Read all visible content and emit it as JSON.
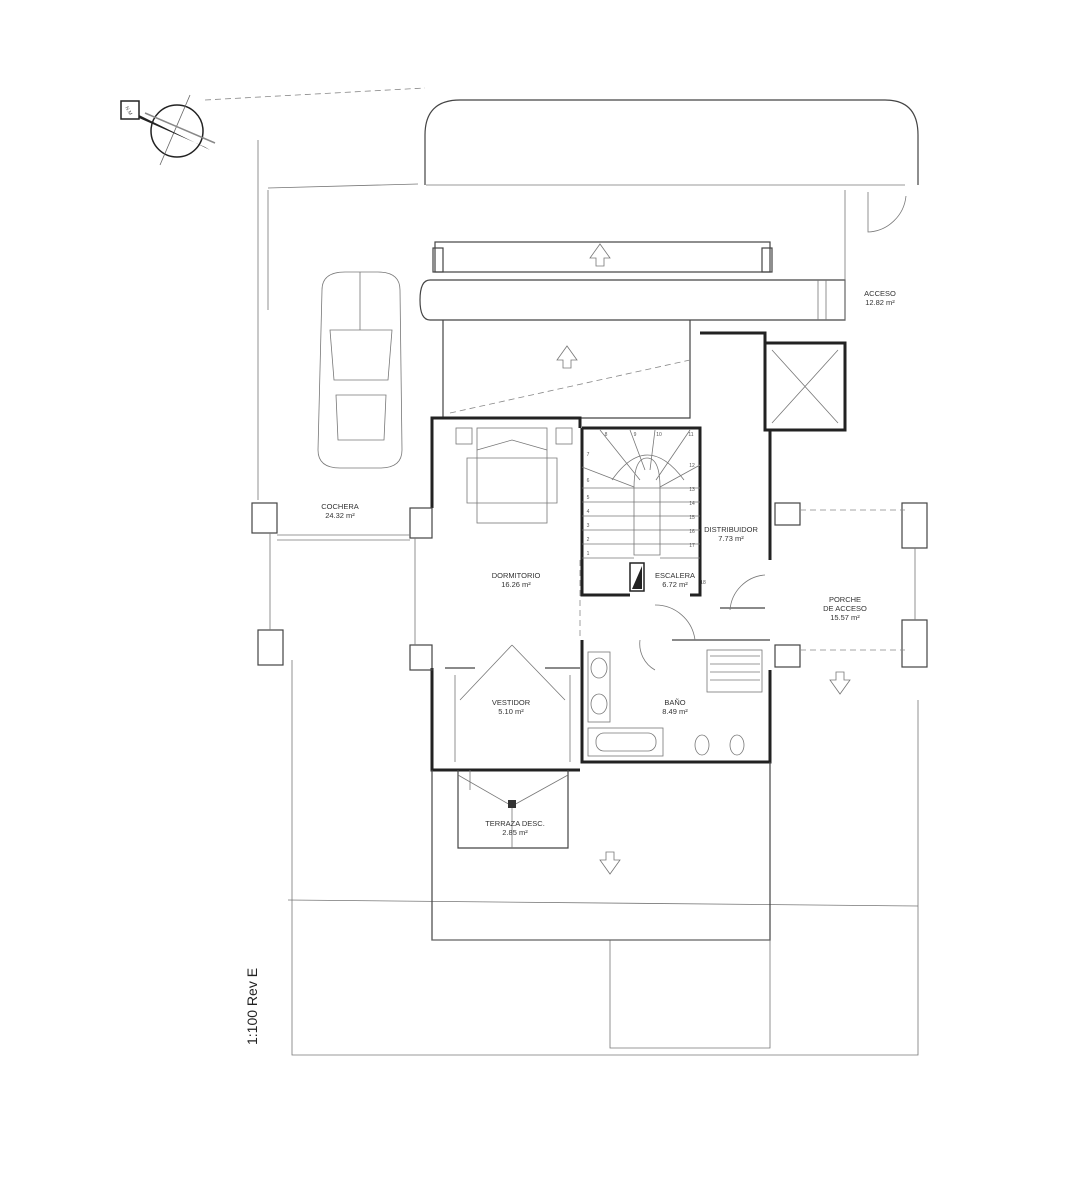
{
  "north_symbol": {
    "label": "N.M"
  },
  "scale_label": "1:100 Rev E",
  "rooms": [
    {
      "id": "cochera",
      "name": "COCHERA",
      "area": "24.32 m²"
    },
    {
      "id": "acceso",
      "name": "ACCESO",
      "area": "12.82 m²"
    },
    {
      "id": "dormitorio",
      "name": "DORMITORIO",
      "area": "16.26 m²"
    },
    {
      "id": "distribuidor",
      "name": "DISTRIBUIDOR",
      "area": "7.73 m²"
    },
    {
      "id": "escalera",
      "name": "ESCALERA",
      "area": "6.72 m²"
    },
    {
      "id": "porche",
      "name": "PORCHE",
      "name2": "DE ACCESO",
      "area": "15.57 m²"
    },
    {
      "id": "vestidor",
      "name": "VESTIDOR",
      "area": "5.10 m²"
    },
    {
      "id": "bano",
      "name": "BAÑO",
      "area": "8.49 m²"
    },
    {
      "id": "terraza",
      "name": "TERRAZA DESC.",
      "area": "2.85 m²"
    }
  ],
  "stair_steps": [
    "1",
    "2",
    "3",
    "4",
    "5",
    "6",
    "7",
    "8",
    "9",
    "10",
    "11",
    "12",
    "13",
    "14",
    "15",
    "16",
    "17",
    "18"
  ]
}
